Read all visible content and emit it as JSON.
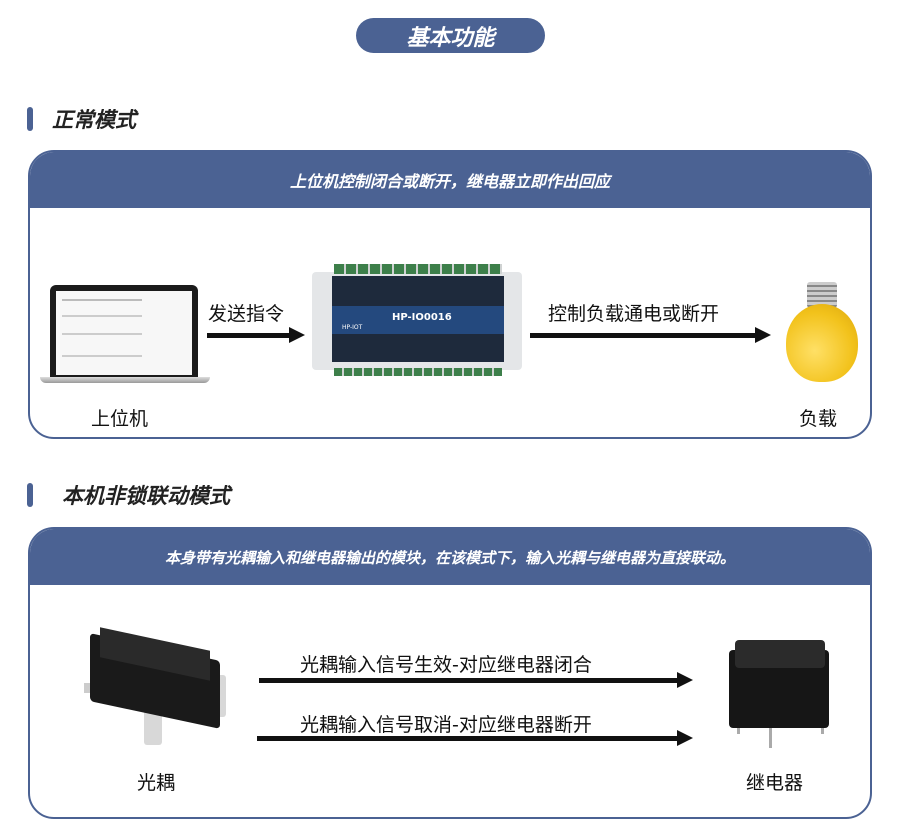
{
  "title": "基本功能",
  "normal_mode": {
    "heading": "正常模式",
    "banner": "上位机控制闭合或断开，继电器立即作出回应",
    "send_label": "发送指令",
    "control_label": "控制负载通电或断开",
    "host_label": "上位机",
    "load_label": "负载",
    "device_model": "HP-IO0016",
    "device_brand": "HP-IOT"
  },
  "linkage_mode": {
    "heading": "本机非锁联动模式",
    "banner": "本身带有光耦输入和继电器输出的模块，在该模式下，输入光耦与继电器为直接联动。",
    "arrow1_label": "光耦输入信号生效-对应继电器闭合",
    "arrow2_label": "光耦输入信号取消-对应继电器断开",
    "opto_label": "光耦",
    "relay_label": "继电器"
  },
  "colors": {
    "accent": "#4b6293",
    "bulb": "#f2c21b"
  }
}
